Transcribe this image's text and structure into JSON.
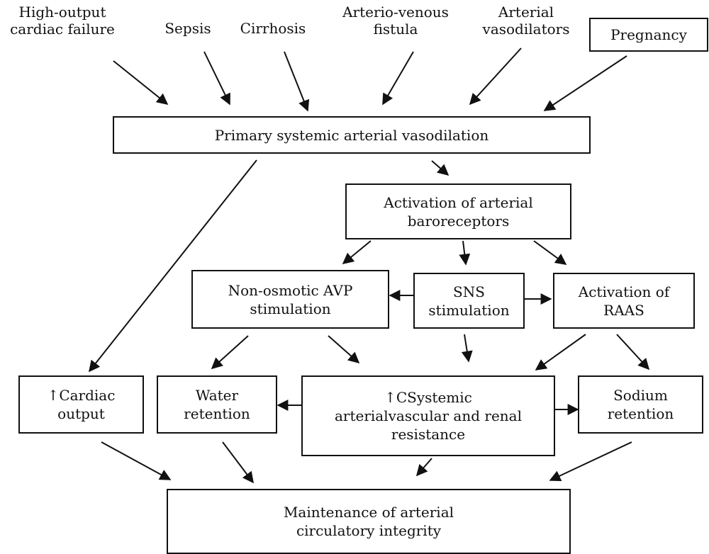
{
  "causes": [
    {
      "text": "High-output\ncardiac failure"
    },
    {
      "text": "Sepsis"
    },
    {
      "text": "Cirrhosis"
    },
    {
      "text": "Arterio-venous\nfistula"
    },
    {
      "text": "Arterial\nvasodilators"
    },
    {
      "text": "Pregnancy"
    }
  ],
  "boxes": {
    "primary": "Primary systemic arterial vasodilation",
    "baroreceptors": "Activation of arterial\nbaroreceptors",
    "avp": "Non-osmotic AVP\nstimulation",
    "sns": "SNS\nstimulation",
    "raas": "Activation of\nRAAS",
    "cardiac_output": "↑Cardiac\noutput",
    "water_retention": "Water\nretention",
    "resistance": "↑CSystemic\narterialvascular and renal\nresistance",
    "sodium_retention": "Sodium\nretention",
    "maintenance": "Maintenance of arterial\ncirculatory integrity"
  },
  "colors": {
    "line": "#111111",
    "background": "#ffffff"
  }
}
